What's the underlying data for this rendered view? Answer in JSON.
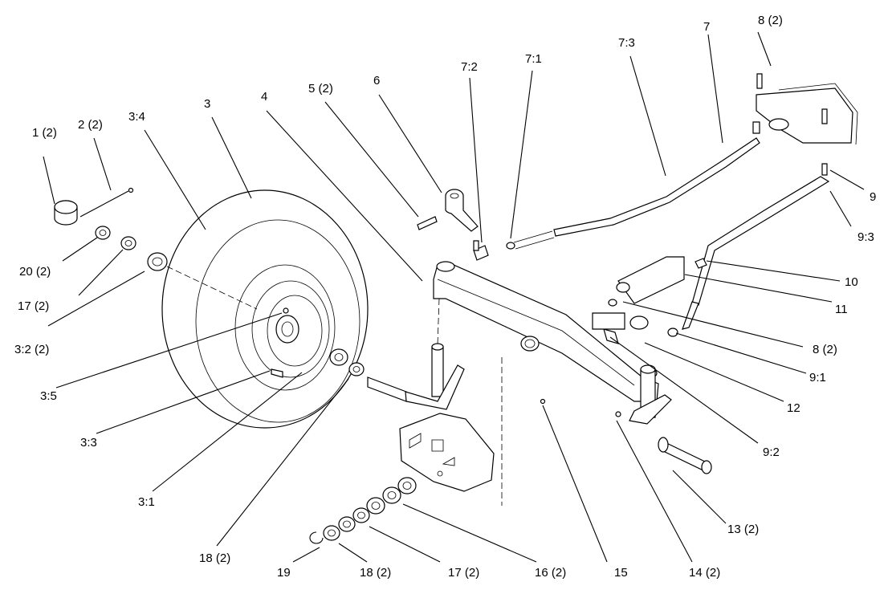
{
  "callouts": [
    {
      "id": "1",
      "text": "1 (2)"
    },
    {
      "id": "2",
      "text": "2 (2)"
    },
    {
      "id": "3-4",
      "text": "3:4"
    },
    {
      "id": "3",
      "text": "3"
    },
    {
      "id": "4",
      "text": "4"
    },
    {
      "id": "5",
      "text": "5 (2)"
    },
    {
      "id": "6",
      "text": "6"
    },
    {
      "id": "7-2",
      "text": "7:2"
    },
    {
      "id": "7-1",
      "text": "7:1"
    },
    {
      "id": "7-3",
      "text": "7:3"
    },
    {
      "id": "7",
      "text": "7"
    },
    {
      "id": "8a",
      "text": "8 (2)"
    },
    {
      "id": "9",
      "text": "9"
    },
    {
      "id": "9-3",
      "text": "9:3"
    },
    {
      "id": "10",
      "text": "10"
    },
    {
      "id": "11",
      "text": "11"
    },
    {
      "id": "8b",
      "text": "8 (2)"
    },
    {
      "id": "9-1",
      "text": "9:1"
    },
    {
      "id": "12",
      "text": "12"
    },
    {
      "id": "9-2",
      "text": "9:2"
    },
    {
      "id": "13",
      "text": "13 (2)"
    },
    {
      "id": "14",
      "text": "14 (2)"
    },
    {
      "id": "15",
      "text": "15"
    },
    {
      "id": "16",
      "text": "16 (2)"
    },
    {
      "id": "17b",
      "text": "17 (2)"
    },
    {
      "id": "18b",
      "text": "18 (2)"
    },
    {
      "id": "19",
      "text": "19"
    },
    {
      "id": "18a",
      "text": "18 (2)"
    },
    {
      "id": "3-1",
      "text": "3:1"
    },
    {
      "id": "3-3",
      "text": "3:3"
    },
    {
      "id": "3-5",
      "text": "3:5"
    },
    {
      "id": "3-2",
      "text": "3:2 (2)"
    },
    {
      "id": "17a",
      "text": "17 (2)"
    },
    {
      "id": "20",
      "text": "20 (2)"
    }
  ]
}
